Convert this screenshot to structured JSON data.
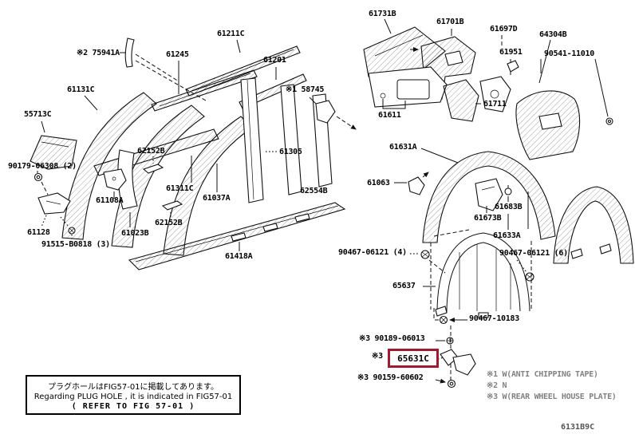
{
  "diagram": {
    "code": "6131B9C",
    "highlight_color": "#a01a32",
    "line_color": "#111111"
  },
  "labels": {
    "p75941a": "※2 75941A",
    "p61211c": "61211C",
    "p61245": "61245",
    "p61201": "61201",
    "p61731b": "61731B",
    "p61701b": "61701B",
    "p61697d": "61697D",
    "p64304b": "64304B",
    "p61951": "61951",
    "p90541": "90541-11010",
    "p61131c": "61131C",
    "p55713c": "55713C",
    "p58745": "※1 58745",
    "p61611": "61611",
    "p61711": "61711",
    "p62152b_a": "62152B",
    "p61305": "61305",
    "p61631a": "61631A",
    "p90179": "90179-06308 (2)",
    "p61108a": "61108A",
    "p61311c": "61311C",
    "p61037a": "61037A",
    "p62554b": "62554B",
    "p61063": "61063",
    "p61128": "61128",
    "p61023b": "61023B",
    "p62152b_b": "62152B",
    "p91515": "91515-B0818 (3)",
    "p61418a": "61418A",
    "p61673b": "61673B",
    "p61683b": "61683B",
    "p61633a": "61633A",
    "p90467_4": "90467-06121 (4)",
    "p90467_6": "90467-06121 (6)",
    "p65637": "65637",
    "p90467_10183": "90467-10183",
    "p90189": "※3 90189-06013",
    "p65631c_mark": "※3",
    "p65631c": "65631C",
    "p90159": "※3 90159-60602"
  },
  "note_box": {
    "line1": "プラグホールはFIG57-01に掲載してあります。",
    "line2": "Regarding PLUG HOLE , it is indicated in FIG57-01",
    "line3": "(  REFER TO FIG 57-01  )"
  },
  "legend": {
    "item1": "※1 W(ANTI CHIPPING TAPE)",
    "item2": "※2 N",
    "item3": "※3 W(REAR WHEEL HOUSE PLATE)"
  }
}
